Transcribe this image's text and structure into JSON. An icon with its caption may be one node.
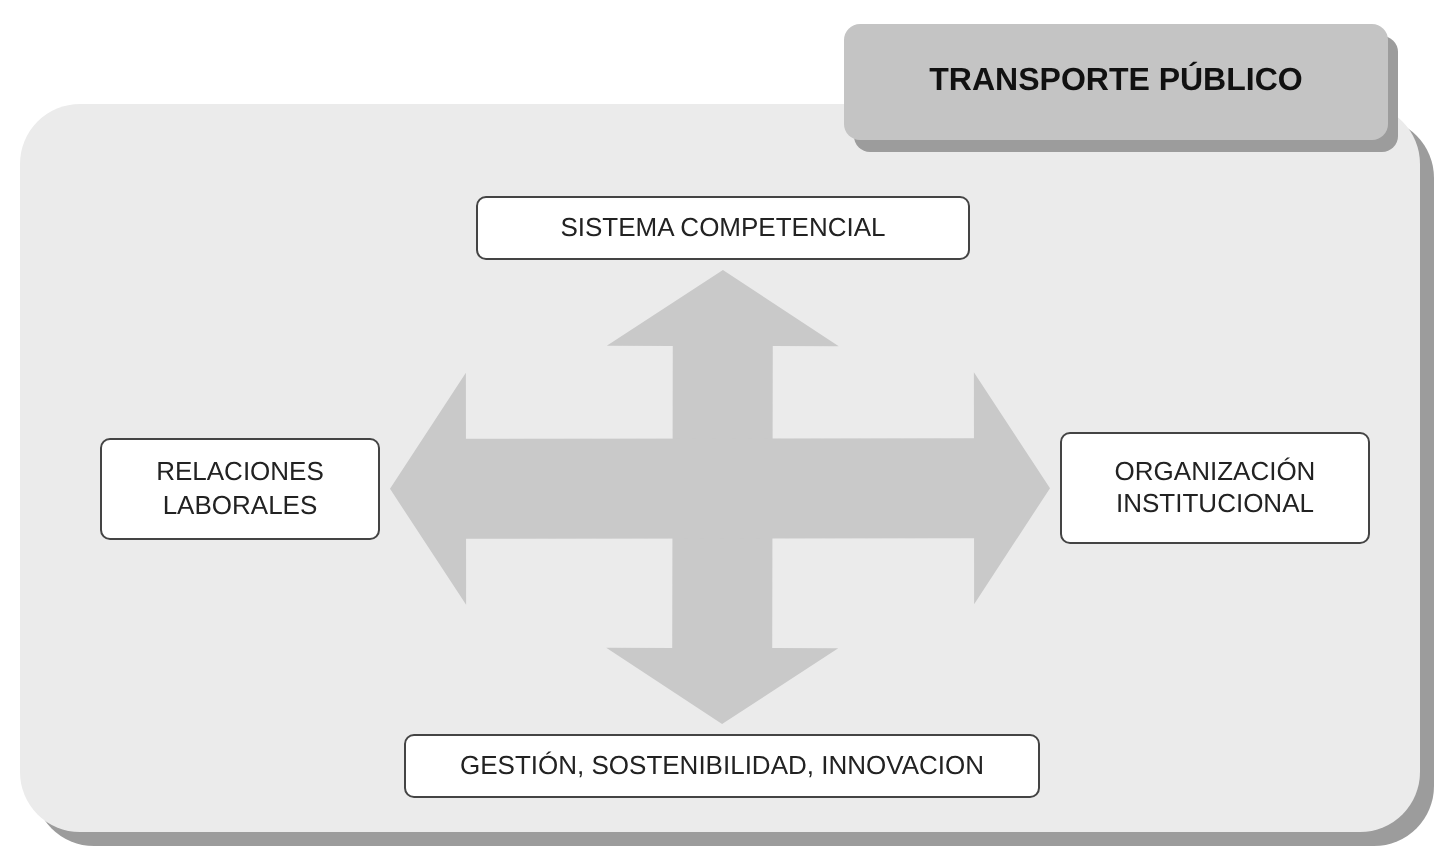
{
  "diagram": {
    "nodes": [
      {
        "text": [
          "TRANSPORTE PÚBLICO"
        ]
      },
      {
        "text": [],
        "shape": "box"
      },
      {
        "text": [
          "SISTEMA COMPETENCIAL"
        ],
        "in": 1
      },
      {
        "text": [
          "RELACIONES LABORALES"
        ],
        "in": 1
      },
      {
        "text": [
          "ORGANIZACIÓN INSTITUCIONAL"
        ],
        "in": 1
      },
      {
        "text": [
          "GESTIÓN, SOSTENIBILIDAD, INNOVACION"
        ],
        "in": 1
      }
    ],
    "edges": [
      {
        "from": 2,
        "to": 5,
        "arrow": "both",
        "style": "thick"
      },
      {
        "from": 3,
        "to": 4,
        "arrow": "both",
        "style": "thick"
      }
    ]
  }
}
